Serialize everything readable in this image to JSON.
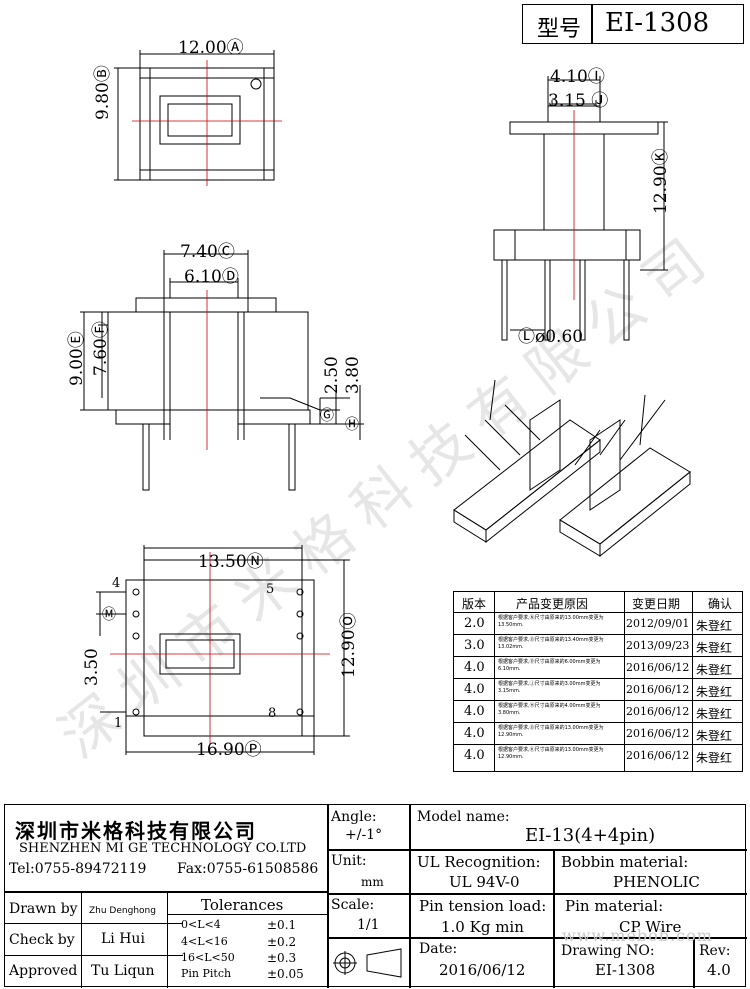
{
  "title_block": {
    "label": "型号",
    "part": "EI-1308"
  },
  "dims": {
    "a": "12.00Ⓐ",
    "b": "9.80Ⓑ",
    "c": "7.40Ⓒ",
    "d": "6.10Ⓓ",
    "e": "9.00Ⓔ",
    "f": "7.60Ⓕ",
    "g": "2.50",
    "g_mark": "Ⓖ",
    "h": "3.80",
    "h_mark": "Ⓗ",
    "i": "4.10Ⓘ",
    "j": "3.15 Ⓙ",
    "k": "12.90Ⓚ",
    "l": "Ⓛø0.60",
    "n": "13.50Ⓝ",
    "m": "Ⓜ",
    "o": "12.90Ⓞ",
    "p": "16.90Ⓟ",
    "pitch": "3.50",
    "pin4": "4",
    "pin5": "5",
    "pin1": "1",
    "pin8": "8"
  },
  "revisions": {
    "headers": [
      "版本",
      "产品变更原因",
      "变更日期",
      "确认"
    ],
    "rows": [
      {
        "ver": "2.0",
        "reason": "根据客户要求,Ⓝ尺寸由原来的13.00mm变更为13.50mm.",
        "date": "2012/09/01",
        "by": "朱登红"
      },
      {
        "ver": "3.0",
        "reason": "根据客户要求,Ⓞ尺寸由原来的13.40mm变更为13.02mm.",
        "date": "2013/09/23",
        "by": "朱登红"
      },
      {
        "ver": "4.0",
        "reason": "根据客户要求,Ⓓ尺寸由原来的6.00mm变更为6.10mm.",
        "date": "2016/06/12",
        "by": "朱登红"
      },
      {
        "ver": "4.0",
        "reason": "根据客户要求,Ⓙ尺寸由原来的3.00mm变更为3.15mm.",
        "date": "2016/06/12",
        "by": "朱登红"
      },
      {
        "ver": "4.0",
        "reason": "根据客户要求,Ⓗ尺寸由原来的4.00mm变更为3.80mm.",
        "date": "2016/06/12",
        "by": "朱登红"
      },
      {
        "ver": "4.0",
        "reason": "根据客户要求,Ⓞ尺寸由原来的13.00mm变更为12.90mm.",
        "date": "2016/06/12",
        "by": "朱登红"
      },
      {
        "ver": "4.0",
        "reason": "根据客户要求,Ⓚ尺寸由原来的13.00mm变更为12.90mm.",
        "date": "2016/06/12",
        "by": "朱登红"
      }
    ]
  },
  "company": {
    "cn": "深圳市米格科技有限公司",
    "en": "SHENZHEN  MI GE TECHNOLOGY  CO.LTD",
    "tel": "Tel:0755-89472119",
    "fax": "Fax:0755-61508586"
  },
  "people": {
    "drawn_label": "Drawn by",
    "drawn": "Zhu Denghong",
    "check_label": "Check by",
    "check": "Li Hui",
    "approved_label": "Approved",
    "approved": "Tu Liqun"
  },
  "tolerances": {
    "title": "Tolerances",
    "rows": [
      {
        "range": "0<L<4",
        "tol": "±0.1"
      },
      {
        "range": "4<L<16",
        "tol": "±0.2"
      },
      {
        "range": "16<L<50",
        "tol": "±0.3"
      },
      {
        "range": "Pin Pitch",
        "tol": "±0.05"
      }
    ]
  },
  "angle": {
    "label": "Angle:",
    "value": "+/-1°"
  },
  "unit": {
    "label": "Unit:",
    "value": "mm"
  },
  "scale": {
    "label": "Scale:",
    "value": "1/1"
  },
  "model": {
    "label": "Model name:",
    "value": "EI-13(4+4pin)"
  },
  "ul": {
    "label": "UL Recognition:",
    "value": "UL 94V-0"
  },
  "bobbin": {
    "label": "Bobbin material:",
    "value": "PHENOLIC"
  },
  "tension": {
    "label": "Pin tension load:",
    "value": "1.0 Kg min"
  },
  "pin_material": {
    "label": "Pin material:",
    "value": "CP Wire"
  },
  "date": {
    "label": "Date:",
    "value": "2016/06/12"
  },
  "drawing_no": {
    "label": "Drawing NO:",
    "value": "EI-1308"
  },
  "rev": {
    "label": "Rev:",
    "value": "4.0"
  },
  "watermark": {
    "text": "深圳市米格科技有限公司",
    "url": "www.mebob.com"
  }
}
